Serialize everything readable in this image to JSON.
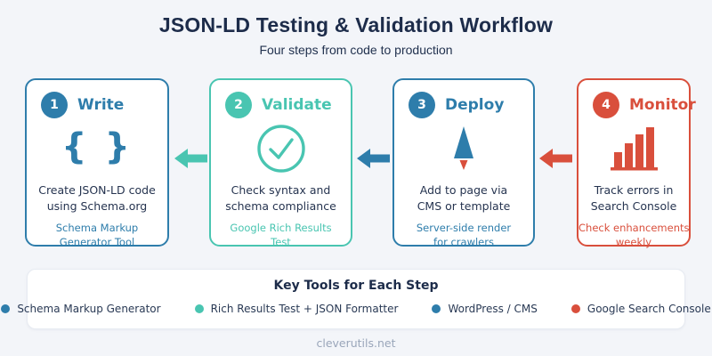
{
  "header": {
    "title": "JSON-LD Testing & Validation Workflow",
    "subtitle": "Four steps from code to production"
  },
  "steps": [
    {
      "number": "1",
      "title": "Write",
      "icon": "curly-braces-icon",
      "icon_glyph": "{ }",
      "description_lines": [
        "Create JSON-LD code",
        "using Schema.org"
      ],
      "tool_lines": [
        "Schema Markup",
        "Generator Tool"
      ],
      "color": "#2e7dab"
    },
    {
      "number": "2",
      "title": "Validate",
      "icon": "check-circle-icon",
      "description_lines": [
        "Check syntax and",
        "schema compliance"
      ],
      "tool_lines": [
        "Google Rich Results",
        "Test"
      ],
      "color": "#49c5b1"
    },
    {
      "number": "3",
      "title": "Deploy",
      "icon": "rocket-icon",
      "description_lines": [
        "Add to page via",
        "CMS or template"
      ],
      "tool_lines": [
        "Server-side render",
        "for crawlers"
      ],
      "color": "#2e7dab"
    },
    {
      "number": "4",
      "title": "Monitor",
      "icon": "bar-chart-icon",
      "description_lines": [
        "Track errors in",
        "Search Console"
      ],
      "tool_lines": [
        "Check enhancements",
        "weekly"
      ],
      "color": "#d94f3c"
    }
  ],
  "arrows": [
    {
      "between": "write-validate",
      "direction": "left",
      "color": "#49c5b1"
    },
    {
      "between": "validate-deploy",
      "direction": "left",
      "color": "#2e7dab"
    },
    {
      "between": "deploy-monitor",
      "direction": "left",
      "color": "#d94f3c"
    }
  ],
  "key_tools": {
    "title": "Key Tools for Each Step",
    "items": [
      {
        "label": "Schema Markup Generator",
        "color": "#2e7dab"
      },
      {
        "label": "Rich Results Test + JSON Formatter",
        "color": "#49c5b1"
      },
      {
        "label": "WordPress / CMS",
        "color": "#2e7dab"
      },
      {
        "label": "Google Search Console",
        "color": "#d94f3c"
      }
    ]
  },
  "footer": {
    "watermark": "cleverutils.net"
  },
  "theme": {
    "background": "#f3f5f9",
    "card_background": "#ffffff",
    "heading_color": "#1d2c4a",
    "body_text_color": "#263450",
    "muted_color": "#9aa6ba"
  }
}
